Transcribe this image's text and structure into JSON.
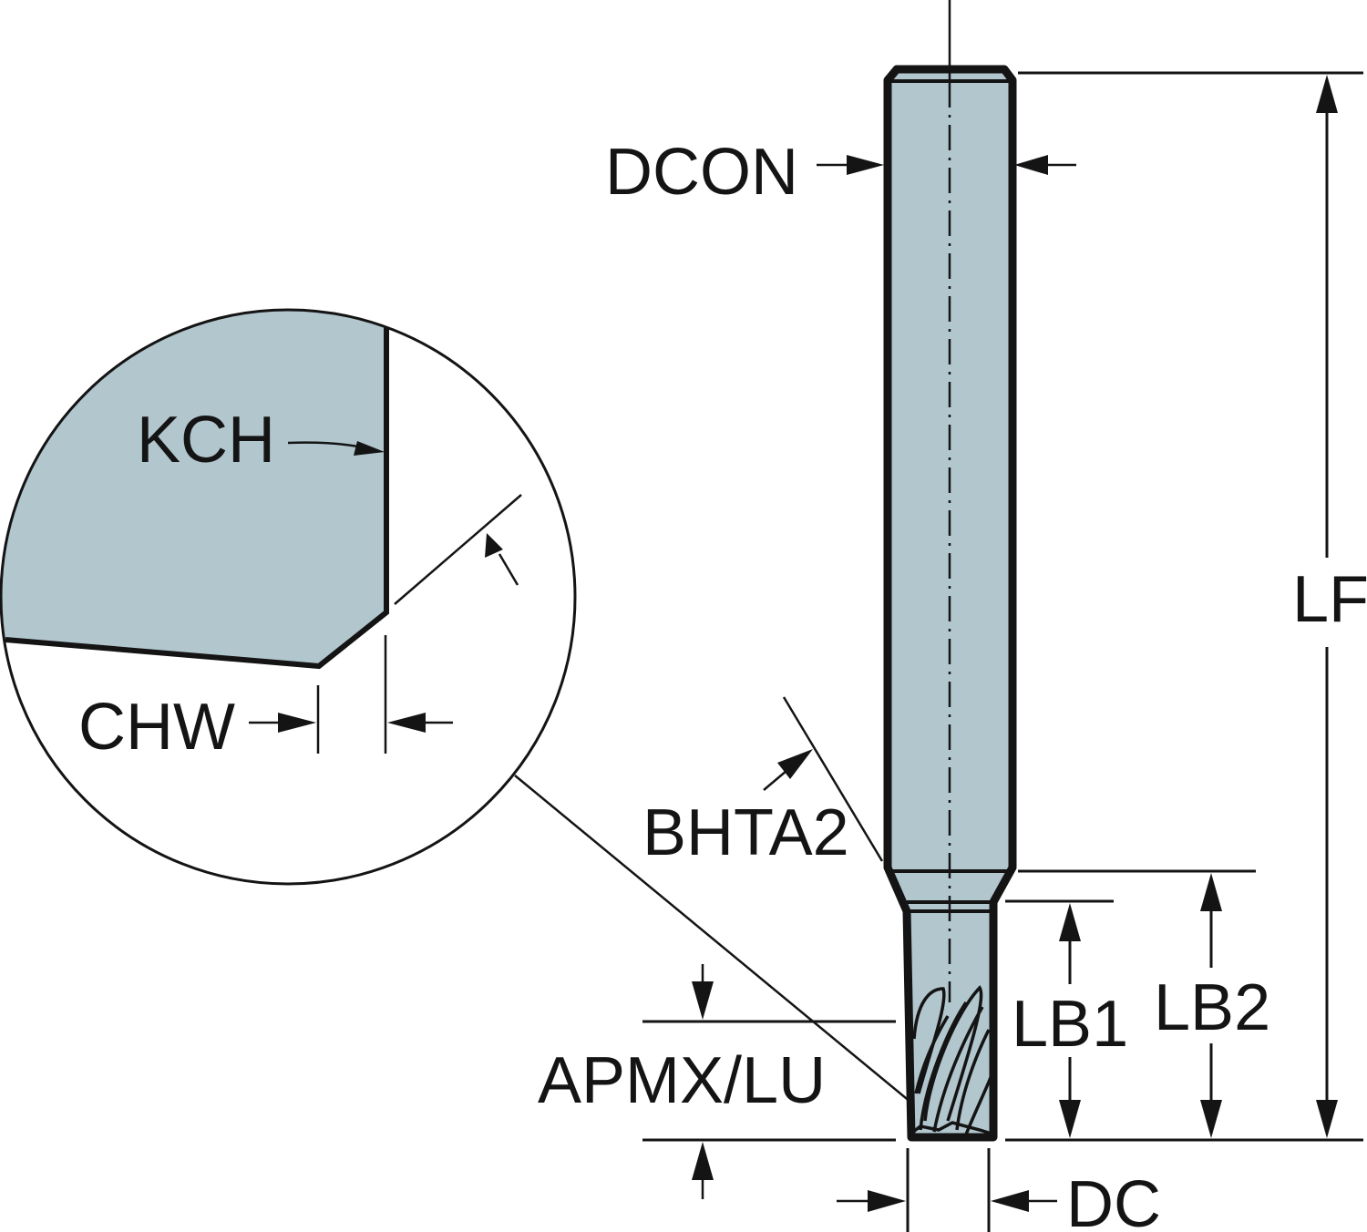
{
  "diagram": {
    "subject": "Solid end mill with chamfered corner — dimension drawing",
    "colors": {
      "tool_fill": "#B2C6CE",
      "line": "#141414",
      "background": "#FFFFFF"
    },
    "labels": {
      "dcon": "DCON",
      "lf": "LF",
      "bhta2": "BHTA2",
      "lb1": "LB1",
      "lb2": "LB2",
      "apmx_lu": "APMX/LU",
      "dc": "DC",
      "kch": "KCH",
      "chw": "CHW"
    },
    "detail_view": {
      "description": "Magnified corner chamfer detail",
      "labels": [
        "KCH",
        "CHW"
      ]
    }
  }
}
